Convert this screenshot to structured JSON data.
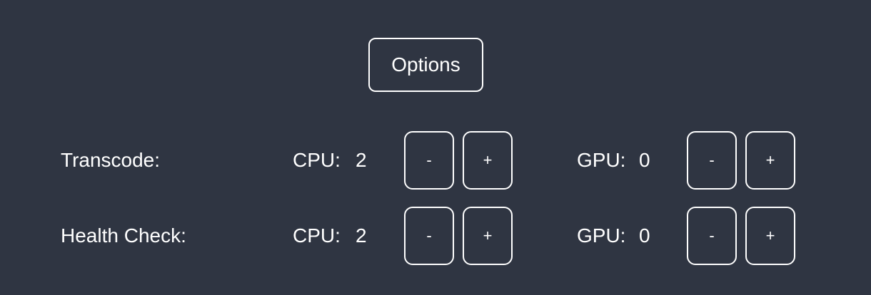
{
  "theme": {
    "background": "#2f3542",
    "text_color": "#ffffff",
    "border_color": "#ffffff"
  },
  "options_button": {
    "label": "Options"
  },
  "controls": {
    "decrement_label": "-",
    "increment_label": "+"
  },
  "rows": [
    {
      "label": "Transcode:",
      "cpu": {
        "label": "CPU:",
        "value": "2"
      },
      "gpu": {
        "label": "GPU:",
        "value": "0"
      }
    },
    {
      "label": "Health Check:",
      "cpu": {
        "label": "CPU:",
        "value": "2"
      },
      "gpu": {
        "label": "GPU:",
        "value": "0"
      }
    }
  ]
}
